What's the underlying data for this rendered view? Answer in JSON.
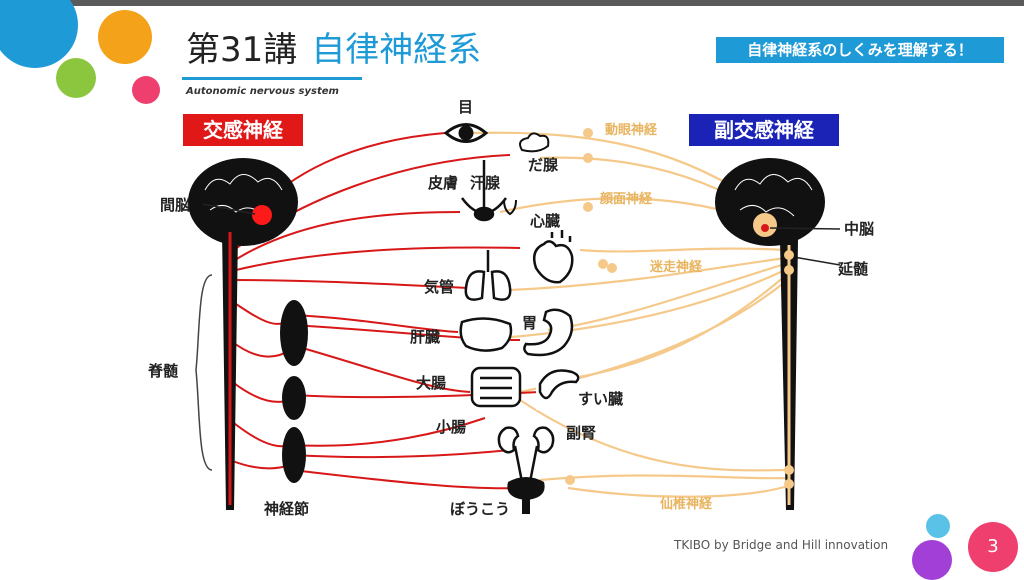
{
  "title": {
    "number": "第31講",
    "text": "自律神経系",
    "subtitle": "Autonomic nervous system"
  },
  "banner": "自律神経系のしくみを理解する！",
  "sympathetic": {
    "label": "交感神経",
    "parts": {
      "brain": "間脳",
      "spine": "脊髄",
      "ganglion": "神経節"
    }
  },
  "parasympathetic": {
    "label": "副交感神経",
    "parts": {
      "midbrain": "中脳",
      "medulla": "延髄"
    },
    "nerves": {
      "oculomotor": "動眼神経",
      "facial": "顔面神経",
      "vagus": "迷走神経",
      "sacral": "仙椎神経"
    }
  },
  "organs": {
    "eye": "目",
    "salivary": "だ腺",
    "skin": "皮膚",
    "sweat": "汗腺",
    "heart": "心臓",
    "trachea": "気管",
    "liver": "肝臓",
    "stomach": "胃",
    "large_intestine": "大腸",
    "pancreas": "すい臓",
    "small_intestine": "小腸",
    "adrenal": "副腎",
    "bladder": "ぼうこう"
  },
  "footer": "TKIBO  by Bridge and Hill innovation",
  "page_number": "3",
  "colors": {
    "accent": "#1e9ad6",
    "sympathetic": "#e01818",
    "parasympathetic": "#f5c98a",
    "parasympathetic_label": "#1a23b5"
  }
}
